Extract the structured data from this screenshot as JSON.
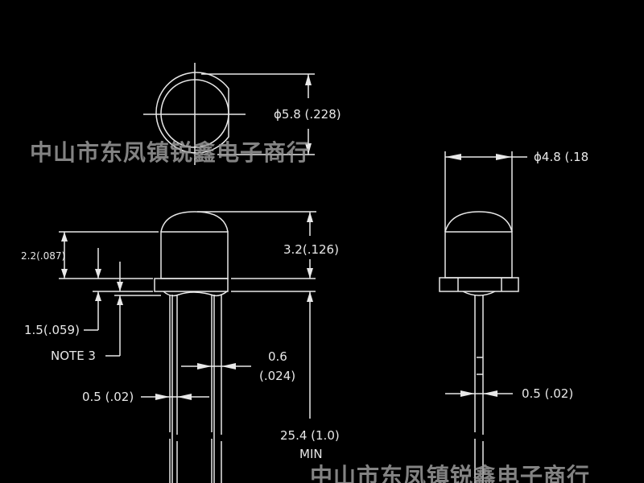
{
  "drawing": {
    "top_view": {
      "diameter_label": "ϕ5.8 (.228)"
    },
    "side_view": {
      "flange_height_label": "2.2(.087)",
      "dome_height_label": "3.2(.126)",
      "standoff_label": "1.5(.059)",
      "note_label": "NOTE 3",
      "lead_spacing_label": "0.6",
      "lead_spacing_inch_label": "(.024)",
      "lead_width_label": "0.5 (.02)",
      "lead_length_label": "25.4 (1.0)",
      "lead_length_qualifier": "MIN"
    },
    "front_view": {
      "diameter_label": "ϕ4.8 (.18",
      "lead_width_label": "0.5 (.02)"
    }
  },
  "watermark": {
    "text": "中山市东凤镇锐鑫电子商行"
  }
}
